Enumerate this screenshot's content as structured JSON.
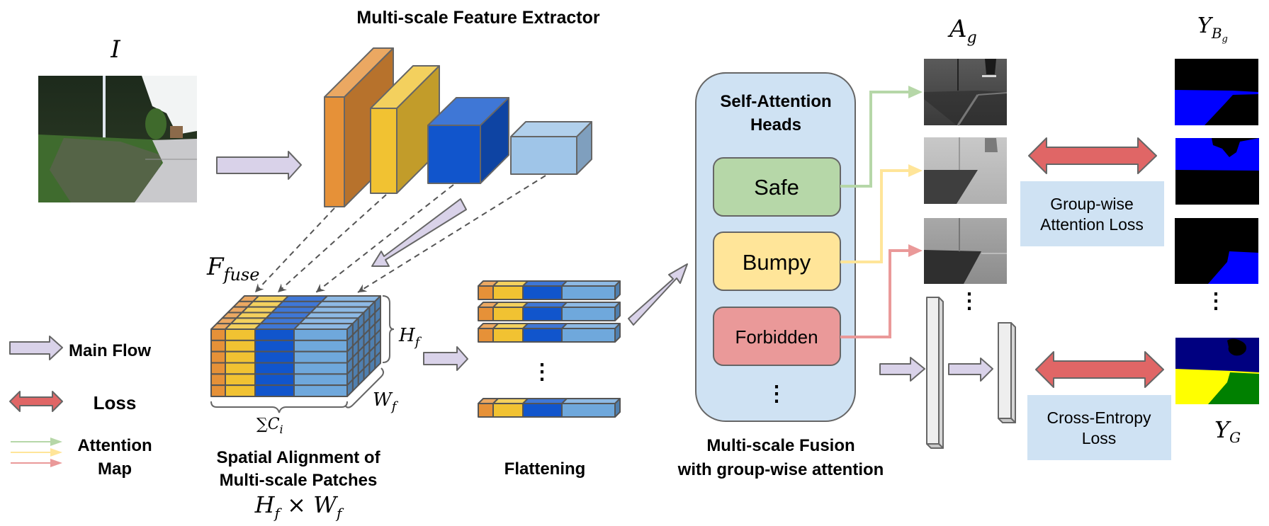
{
  "title": "Multi-scale Feature Extractor",
  "colors": {
    "orange": "#E69138",
    "yellow": "#F1C232",
    "dark_blue": "#1155CC",
    "light_blue": "#6FA8DC",
    "flow_arrow": "#D9D2E9",
    "loss_arrow": "#E06666",
    "panel_bg": "#CFE2F3",
    "safe": "#B6D7A8",
    "bumpy": "#FFE599",
    "forbidden": "#EA9999",
    "seg_blue": "#0000FF",
    "seg_navy": "#000080",
    "seg_yellow": "#FFFF00",
    "seg_green": "#008000"
  },
  "input": {
    "label": "I",
    "image_desc": "road-scene-photo"
  },
  "fused": {
    "label_main": "F",
    "label_sub": "fuse",
    "height_label_main": "H",
    "height_label_sub": "f",
    "width_label_main": "W",
    "width_label_sub": "f",
    "channels_label": "∑C",
    "channels_sub": "i",
    "caption_line1": "Spatial Alignment of",
    "caption_line2": "Multi-scale Patches",
    "caption_formula": "H",
    "caption_formula_sub1": "f",
    "caption_formula_times": " × W",
    "caption_formula_sub2": "f"
  },
  "flatten": {
    "caption": "Flattening",
    "ellipsis": "⋮"
  },
  "attention": {
    "panel_title_line1": "Self-Attention",
    "panel_title_line2": "Heads",
    "heads": [
      {
        "label": "Safe"
      },
      {
        "label": "Bumpy"
      },
      {
        "label": "Forbidden"
      }
    ],
    "ellipsis": "⋮",
    "caption_line1": "Multi-scale Fusion",
    "caption_line2": "with group-wise attention"
  },
  "maps": {
    "attention_label_main": "A",
    "attention_label_sub": "g",
    "gt_label_main": "Y",
    "gt_label_sub": "B",
    "gt_label_subsub": "g",
    "seg_label_main": "Y",
    "seg_label_sub": "G",
    "ellipsis": "⋮"
  },
  "losses": {
    "group_wise_line1": "Group-wise",
    "group_wise_line2": "Attention Loss",
    "cross_entropy_line1": "Cross-Entropy",
    "cross_entropy_line2": "Loss"
  },
  "legend": {
    "main_flow": "Main Flow",
    "loss": "Loss",
    "attention_line1": "Attention",
    "attention_line2": "Map"
  }
}
